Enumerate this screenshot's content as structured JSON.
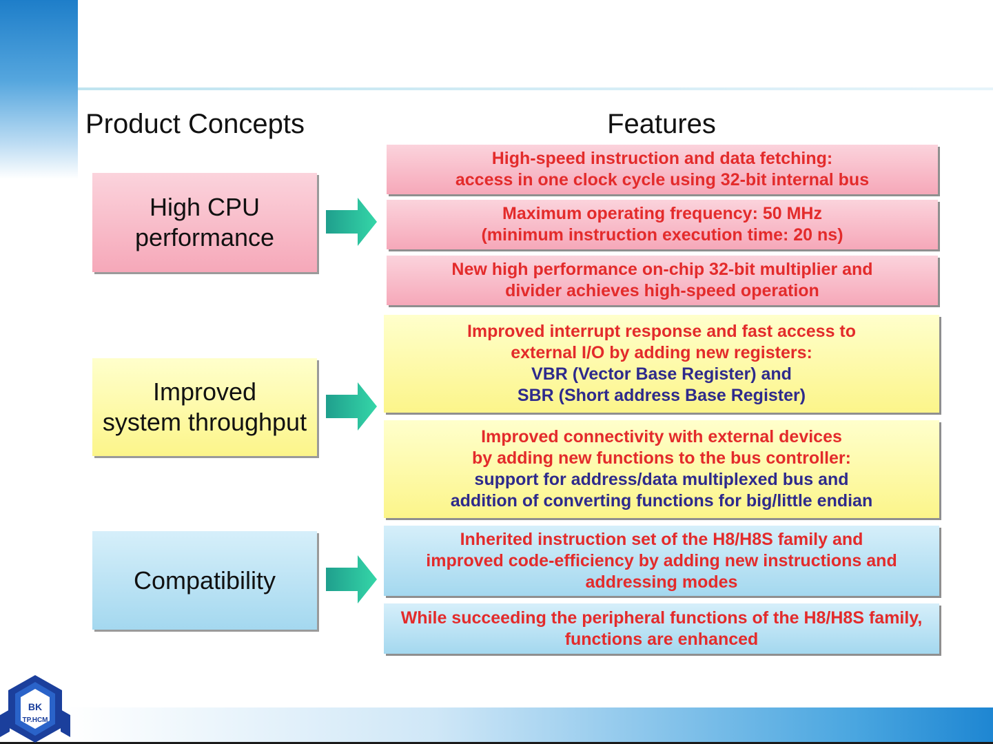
{
  "headings": {
    "concepts": "Product Concepts",
    "features": "Features"
  },
  "concepts": [
    {
      "lines": [
        "High CPU",
        "performance"
      ]
    },
    {
      "lines": [
        "Improved",
        "system throughput"
      ]
    },
    {
      "lines": [
        "Compatibility"
      ]
    }
  ],
  "features": [
    {
      "lines": [
        {
          "text": "High-speed instruction and data fetching:",
          "color": "red"
        },
        {
          "text": "access in one clock cycle using 32-bit internal bus",
          "color": "red"
        }
      ]
    },
    {
      "lines": [
        {
          "text": "Maximum operating frequency: 50 MHz",
          "color": "red"
        },
        {
          "text": "(minimum instruction execution time: 20 ns)",
          "color": "red"
        }
      ]
    },
    {
      "lines": [
        {
          "text": "New high performance on-chip 32-bit multiplier and",
          "color": "red"
        },
        {
          "text": "divider achieves high-speed operation",
          "color": "red"
        }
      ]
    },
    {
      "lines": [
        {
          "text": "Improved interrupt response and fast access to",
          "color": "red"
        },
        {
          "text": "external I/O by adding new registers:",
          "color": "red"
        },
        {
          "text": "VBR (Vector Base Register) and",
          "color": "navy"
        },
        {
          "text": "SBR (Short address Base Register)",
          "color": "navy"
        }
      ]
    },
    {
      "lines": [
        {
          "text": "Improved connectivity with external devices",
          "color": "red"
        },
        {
          "text": "by adding new functions to the bus controller:",
          "color": "red"
        },
        {
          "text": "support for address/data multiplexed bus and",
          "color": "navy"
        },
        {
          "text": "addition of converting functions for big/little endian",
          "color": "navy"
        }
      ]
    },
    {
      "lines": [
        {
          "text": "Inherited instruction set of the H8/H8S family and",
          "color": "red"
        },
        {
          "text": "improved code-efficiency by adding new instructions and",
          "color": "red"
        },
        {
          "text": "addressing modes",
          "color": "red"
        }
      ]
    },
    {
      "lines": [
        {
          "text": "While succeeding the peripheral functions of the H8/H8S family,",
          "color": "red"
        },
        {
          "text": "functions are enhanced",
          "color": "red"
        }
      ]
    }
  ],
  "colors": {
    "pink": "#f6a8b9",
    "yellow": "#fcf58a",
    "blue": "#a4d8ef",
    "red_text": "#e32b2b",
    "navy_text": "#2e2a8c",
    "arrow": "#26b99a"
  },
  "logo": {
    "line1": "BK",
    "line2": "TP.HCM"
  }
}
